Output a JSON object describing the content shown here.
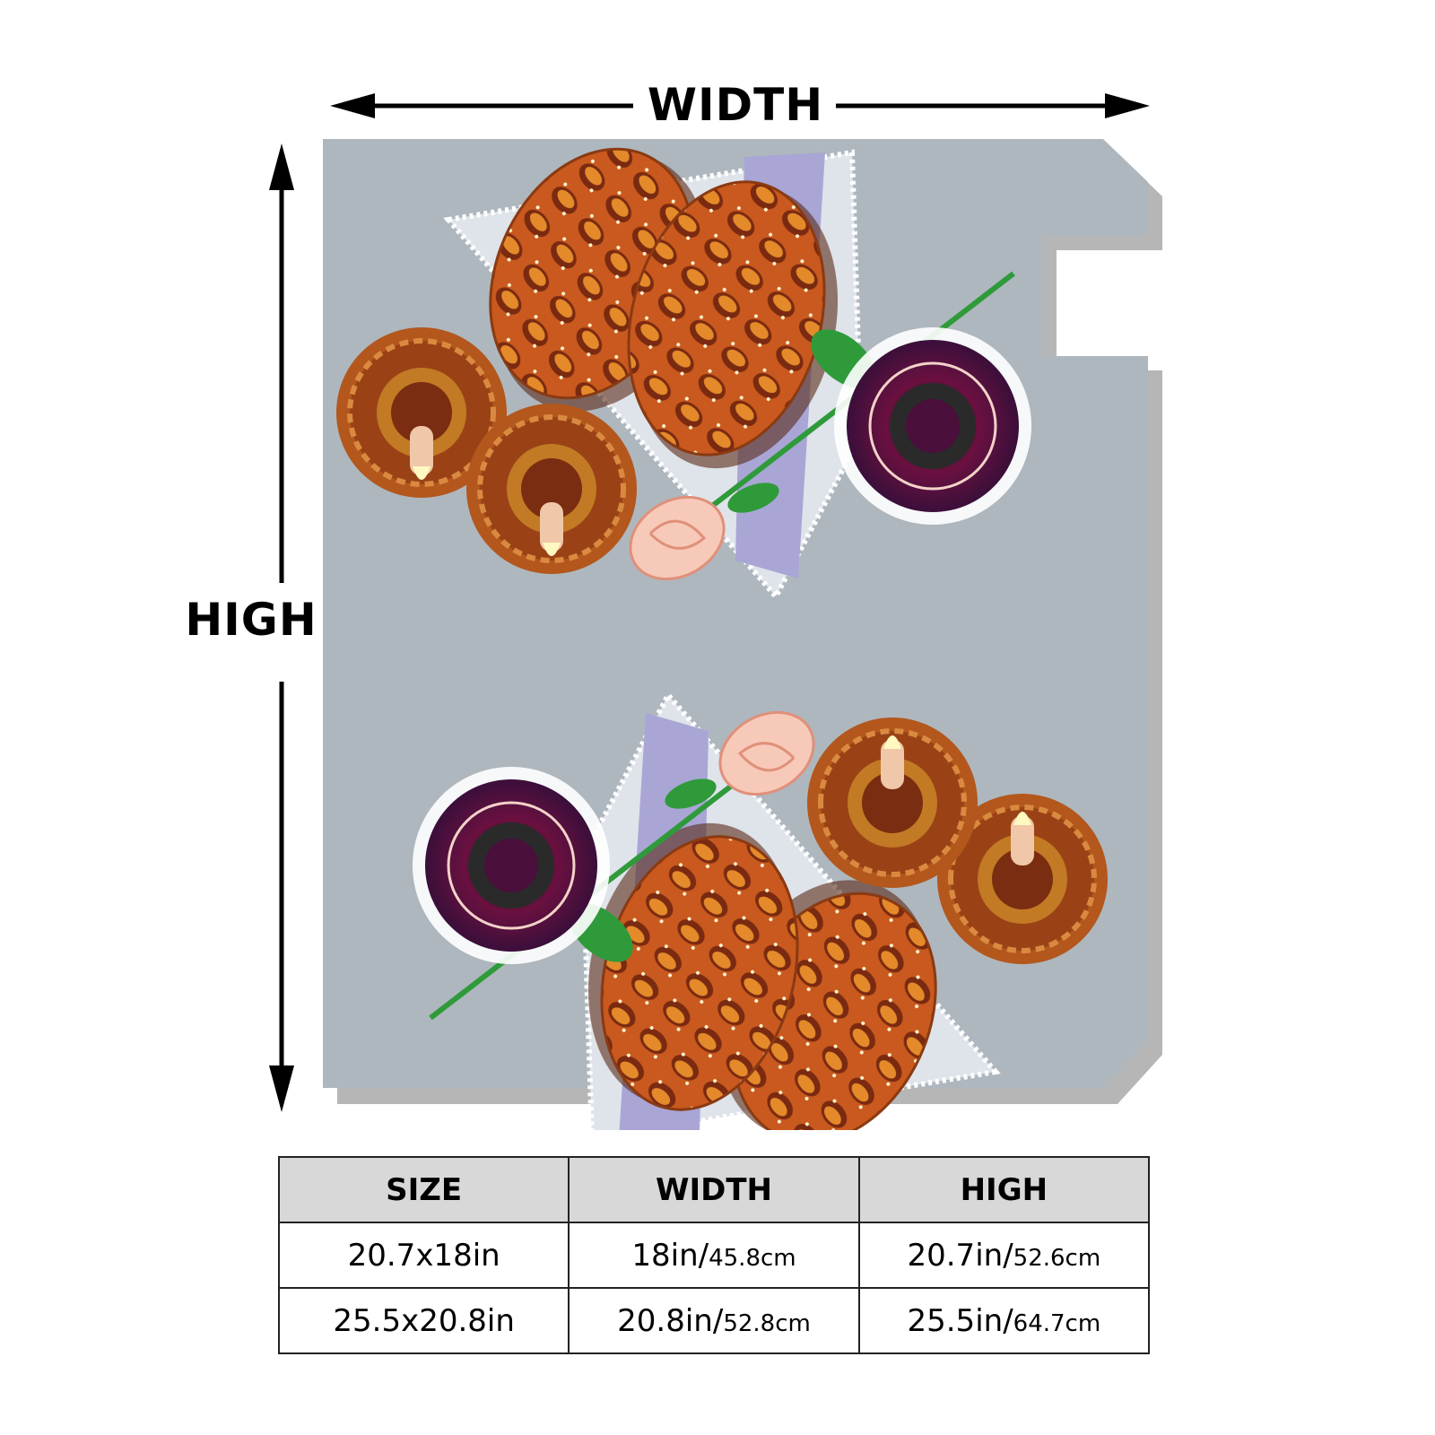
{
  "labels": {
    "width": "WIDTH",
    "high": "HIGH"
  },
  "colors": {
    "cover_background": "#aeb7be",
    "bread": "#c4541c",
    "wine": "#4a0f3a",
    "candle_plate": "#b3571d",
    "leaf": "#2f9a3a",
    "rose": "#f7c9b8"
  },
  "illustration": {
    "subject": "challah-candles-wine-rose-illustration"
  },
  "size_table": {
    "headers": [
      "SIZE",
      "WIDTH",
      "HIGH"
    ],
    "rows": [
      {
        "size": "20.7x18in",
        "width_in": "18in",
        "width_cm": "45.8cm",
        "high_in": "20.7in",
        "high_cm": "52.6cm"
      },
      {
        "size": "25.5x20.8in",
        "width_in": "20.8in",
        "width_cm": "52.8cm",
        "high_in": "25.5in",
        "high_cm": "64.7cm"
      }
    ]
  }
}
